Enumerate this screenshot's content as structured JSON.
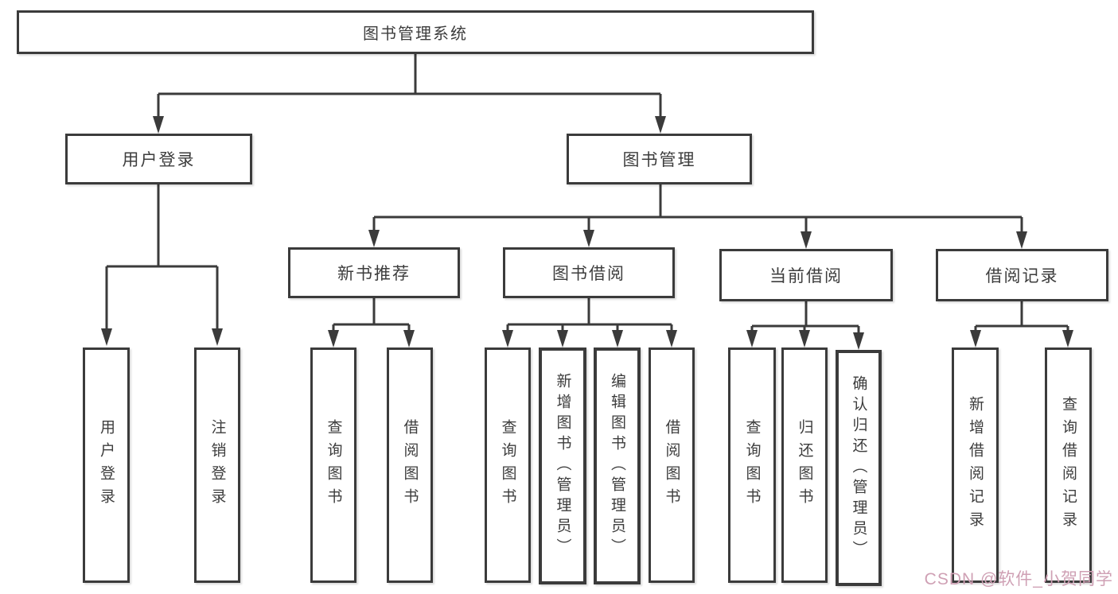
{
  "diagram_type": "hierarchy-tree",
  "tree": {
    "root": "图书管理系统",
    "branches": [
      {
        "label": "用户登录",
        "children": [
          "用户登录",
          "注销登录"
        ]
      },
      {
        "label": "图书管理",
        "children": [
          {
            "label": "新书推荐",
            "children": [
              "查询图书",
              "借阅图书"
            ]
          },
          {
            "label": "图书借阅",
            "children": [
              "查询图书",
              "新增图书（管理员）",
              "编辑图书（管理员）",
              "借阅图书"
            ]
          },
          {
            "label": "当前借阅",
            "children": [
              "查询图书",
              "归还图书",
              "确认归还（管理员）"
            ]
          },
          {
            "label": "借阅记录",
            "children": [
              "新增借阅记录",
              "查询借阅记录"
            ]
          }
        ]
      }
    ]
  },
  "watermark": {
    "text": "CSDN @软件_小贺同学",
    "color": "#cfa0b4"
  },
  "colors": {
    "line": "#3b3b3b",
    "text": "#3d3d3d",
    "node_background": "#ffffff",
    "page_background": "#ffffff"
  }
}
